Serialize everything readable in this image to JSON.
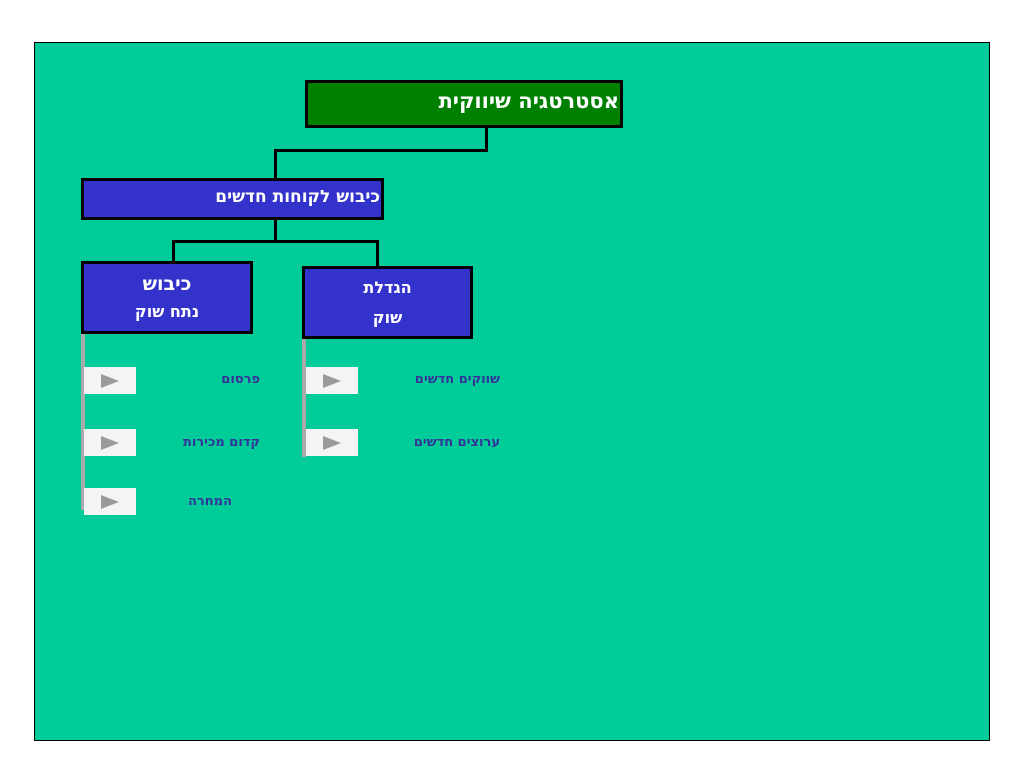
{
  "colors": {
    "background": "#00cc99",
    "root_fill": "#008000",
    "node_fill": "#3333cc",
    "item_text": "#333399"
  },
  "root": {
    "label": "אסטרטגיה שיווקית"
  },
  "middle": {
    "label": "כיבוש לקוחות חדשים"
  },
  "left_branch": {
    "line1": "כיבוש",
    "line2": "נתח שוק",
    "items": [
      "פרסום",
      "קדום מכירות",
      "המחרה"
    ]
  },
  "right_branch": {
    "line1": "הגדלת",
    "line2": "שוק",
    "items": [
      "שווקים חדשים",
      "ערוצים חדשים"
    ]
  },
  "icons": {
    "item_button": "play-arrow-icon"
  }
}
